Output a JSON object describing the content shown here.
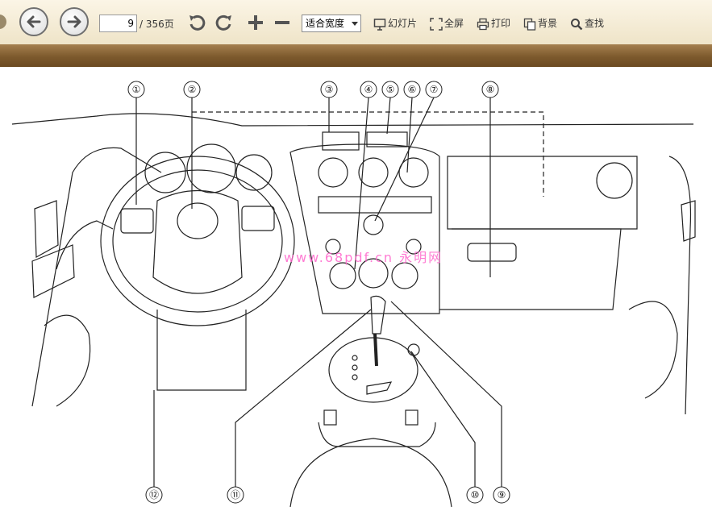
{
  "toolbar": {
    "page_current": "9",
    "page_total": "/ 356页",
    "zoom_mode": "适合宽度",
    "slideshow_label": "幻灯片",
    "fullscreen_label": "全屏",
    "print_label": "打印",
    "background_label": "背景",
    "find_label": "查找"
  },
  "icons": {
    "back": "arrow-left-icon",
    "forward": "arrow-right-icon",
    "rotate_ccw": "rotate-left-icon",
    "rotate_cw": "rotate-right-icon",
    "zoom_in": "plus-icon",
    "zoom_out": "minus-icon"
  },
  "diagram": {
    "watermark": "www.68pdf.cn 永明网",
    "callouts": [
      "①",
      "②",
      "③",
      "④",
      "⑤",
      "⑥",
      "⑦",
      "⑧",
      "⑨",
      "⑩",
      "⑪",
      "⑫"
    ]
  },
  "colors": {
    "toolbar_bg": "#f5ecd4",
    "strip_bg": "#7d5a2d",
    "watermark": "#ff66cc"
  }
}
